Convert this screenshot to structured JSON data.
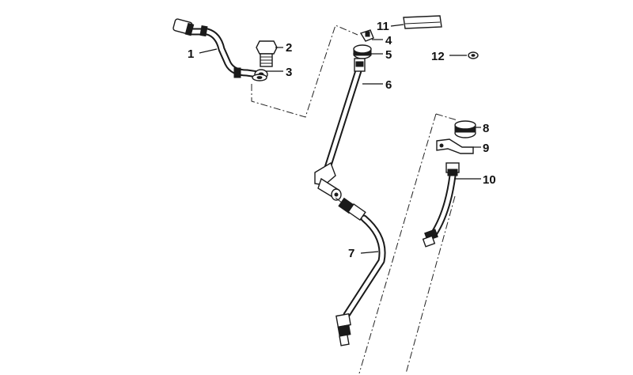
{
  "diagram": {
    "callouts": [
      {
        "id": "1",
        "label": "1"
      },
      {
        "id": "2",
        "label": "2"
      },
      {
        "id": "3",
        "label": "3"
      },
      {
        "id": "4",
        "label": "4"
      },
      {
        "id": "5",
        "label": "5"
      },
      {
        "id": "6",
        "label": "6"
      },
      {
        "id": "7",
        "label": "7"
      },
      {
        "id": "8",
        "label": "8"
      },
      {
        "id": "9",
        "label": "9"
      },
      {
        "id": "10",
        "label": "10"
      },
      {
        "id": "11",
        "label": "11"
      },
      {
        "id": "12",
        "label": "12"
      }
    ],
    "colors": {
      "line": "#1a1a1a",
      "background": "#ffffff"
    }
  }
}
